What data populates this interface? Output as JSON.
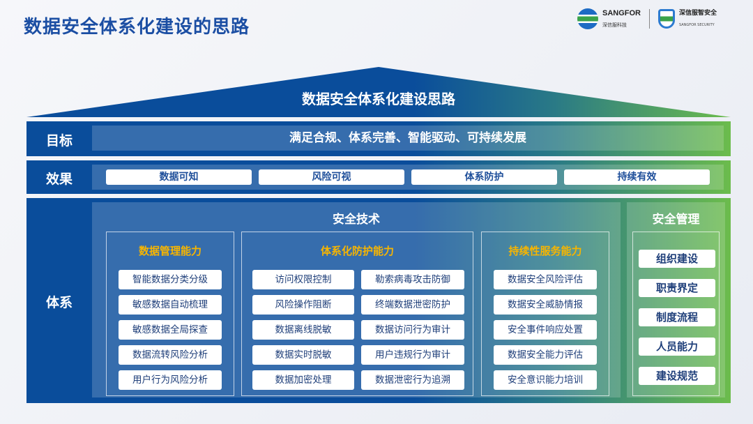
{
  "title": "数据安全体系化建设的思路",
  "logo": {
    "brand": "SANGFOR",
    "brand_cn": "深信服科技",
    "security_cn": "深信服智安全",
    "security_en": "SANGFOR SECURITY"
  },
  "roof": "数据安全体系化建设思路",
  "goal": {
    "label": "目标",
    "text": "满足合规、体系完善、智能驱动、可持续发展"
  },
  "effect": {
    "label": "效果",
    "items": [
      "数据可知",
      "风险可视",
      "体系防护",
      "持续有效"
    ]
  },
  "system": {
    "label": "体系",
    "tech": {
      "title": "安全技术",
      "groups": [
        {
          "title": "数据管理能力",
          "items": [
            "智能数据分类分级",
            "敏感数据自动梳理",
            "敏感数据全局探查",
            "数据流转风险分析",
            "用户行为风险分析"
          ]
        },
        {
          "title": "体系化防护能力",
          "items": [
            "访问权限控制",
            "勒索病毒攻击防御",
            "风险操作阻断",
            "终端数据泄密防护",
            "数据离线脱敏",
            "数据访问行为审计",
            "数据实时脱敏",
            "用户违规行为审计",
            "数据加密处理",
            "数据泄密行为追溯"
          ]
        },
        {
          "title": "持续性服务能力",
          "items": [
            "数据安全风险评估",
            "数据安全威胁情报",
            "安全事件响应处置",
            "数据安全能力评估",
            "安全意识能力培训"
          ]
        }
      ]
    },
    "mgmt": {
      "title": "安全管理",
      "items": [
        "组织建设",
        "职责界定",
        "制度流程",
        "人员能力",
        "建设规范"
      ]
    }
  },
  "colors": {
    "blue": "#0a4d9b",
    "green": "#6cbc4c",
    "accent": "#f7b500"
  }
}
